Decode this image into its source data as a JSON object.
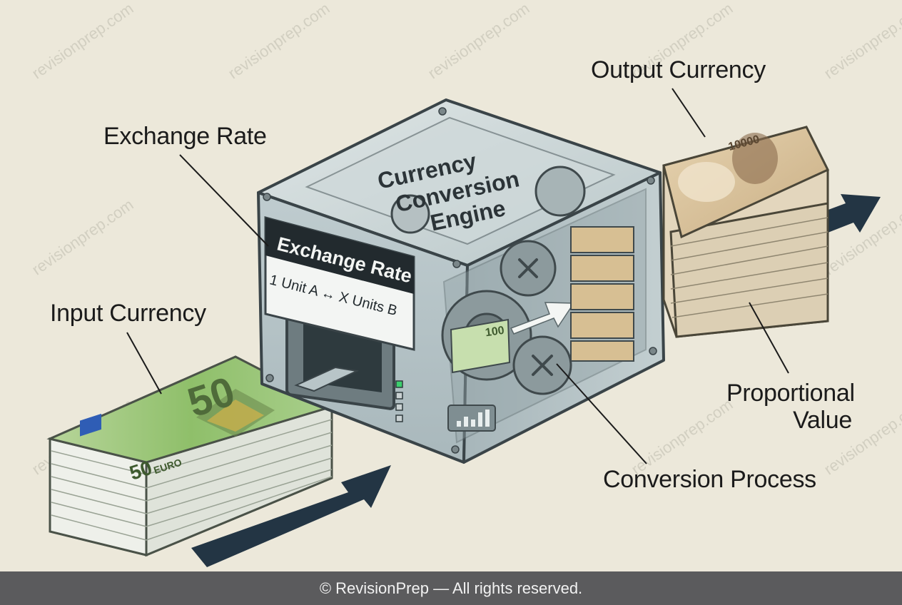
{
  "labels": {
    "output_currency": "Output Currency",
    "exchange_rate": "Exchange Rate",
    "input_currency": "Input Currency",
    "proportional_value_line1": "Proportional",
    "proportional_value_line2": "Value",
    "conversion_process": "Conversion Process"
  },
  "machine": {
    "title_line1": "Currency",
    "title_line2": "Conversion",
    "title_line3": "Engine",
    "sign_title": "Exchange Rate",
    "sign_formula": "1 Unit A ↔ X Units B"
  },
  "notes": {
    "euro_value": "50",
    "euro_word": "EURO",
    "small_note_value": "100",
    "yen_value": "10000"
  },
  "watermark": "revisionprep.com",
  "footer": "© RevisionPrep — All rights reserved.",
  "colors": {
    "background": "#ece8da",
    "arrow": "#233544",
    "euro_green": "#8fbf6a",
    "yen_tan": "#d9c29a",
    "footer_bg": "#5b5b5d"
  }
}
